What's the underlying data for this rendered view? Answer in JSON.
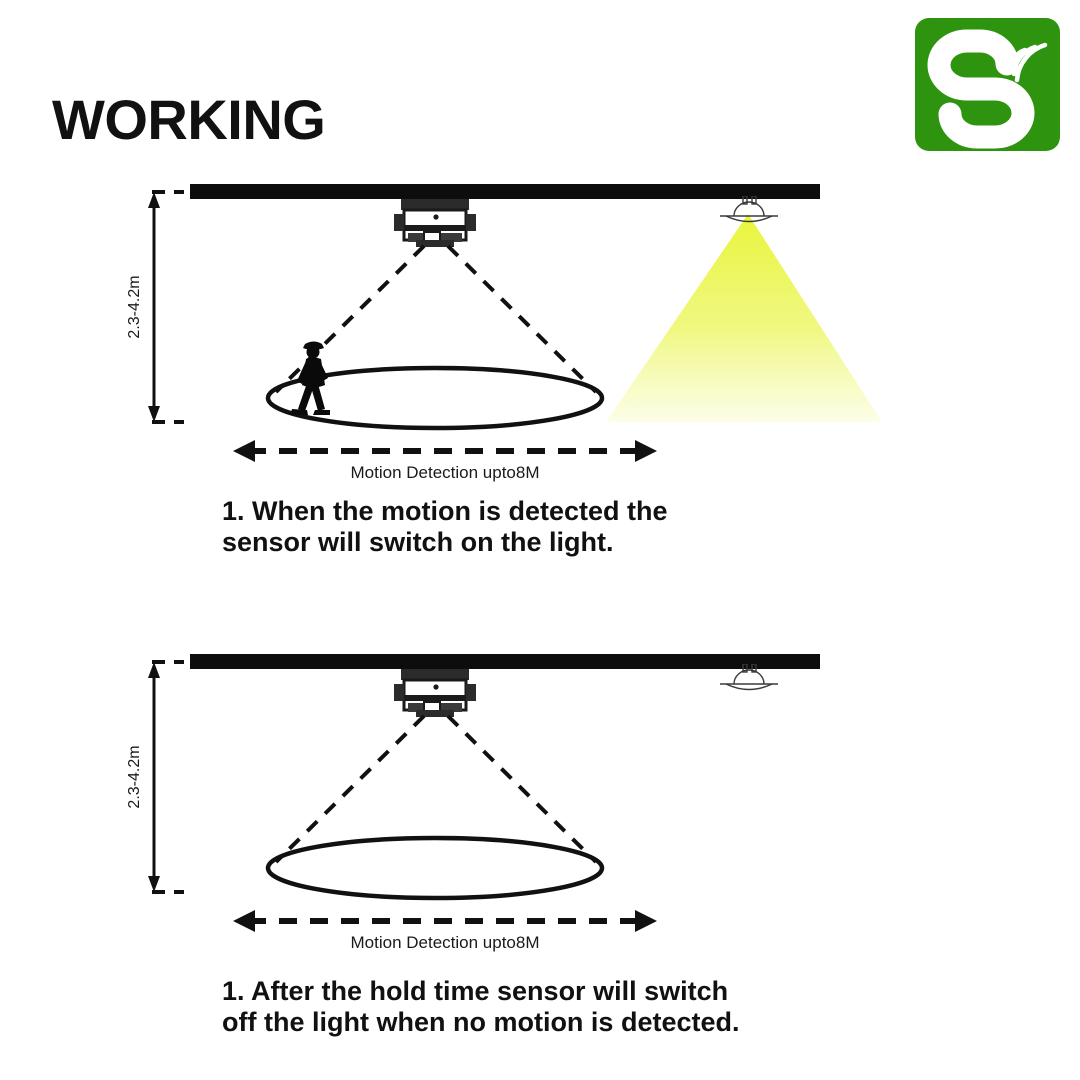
{
  "page": {
    "title": "WORKING",
    "background_color": "#ffffff",
    "text_color": "#111111"
  },
  "logo": {
    "name": "smart-sensor-brand-logo",
    "letter": "S",
    "background_color": "#2e9410",
    "mark_color": "#ffffff",
    "wave_count": 3
  },
  "diagrams": [
    {
      "id": "motion-detected",
      "state": "light-on",
      "ceiling": {
        "color": "#0d0d0d"
      },
      "sensor": {
        "label": "ceiling-motion-sensor"
      },
      "lamp": {
        "label": "ceiling-lamp",
        "lit": true,
        "beam_color": "#e8f53c"
      },
      "person": {
        "label": "walking-person",
        "visible": true
      },
      "height_dimension": {
        "text": "2.3-4.2m"
      },
      "width_dimension": {
        "text": "Motion Detection upto8M"
      },
      "caption": "1. When the motion is detected the\n    sensor will switch on the light."
    },
    {
      "id": "no-motion",
      "state": "light-off",
      "ceiling": {
        "color": "#0d0d0d"
      },
      "sensor": {
        "label": "ceiling-motion-sensor"
      },
      "lamp": {
        "label": "ceiling-lamp",
        "lit": false,
        "beam_color": "#e8f53c"
      },
      "person": {
        "label": "walking-person",
        "visible": false
      },
      "height_dimension": {
        "text": "2.3-4.2m"
      },
      "width_dimension": {
        "text": "Motion Detection upto8M"
      },
      "caption": "1. After the hold time sensor will switch\n    off the light when no motion is detected."
    }
  ]
}
